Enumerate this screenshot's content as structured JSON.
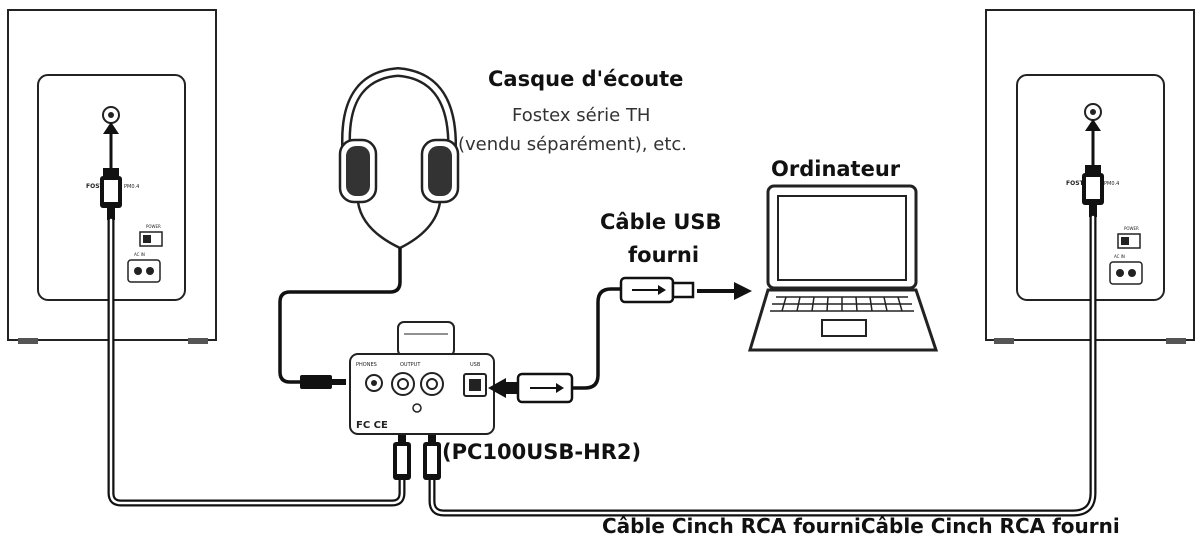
{
  "labels": {
    "headphones_title": "Casque d'écoute",
    "headphones_sub1": "Fostex série TH",
    "headphones_sub2": "(vendu séparément), etc.",
    "computer": "Ordinateur",
    "usb_line1": "Câble USB",
    "usb_line2": "fourni",
    "device_model": "(PC100USB-HR2)",
    "rca_cable": "Câble Cinch RCA fourniCâble Cinch RCA fourni"
  },
  "speaker_panel": {
    "brand": "FOSTEX",
    "model": "PM0.4",
    "power": "POWER",
    "ac_in": "AC IN"
  },
  "device_panel": {
    "phones": "PHONES",
    "output": "OUTPUT",
    "usb": "USB"
  }
}
